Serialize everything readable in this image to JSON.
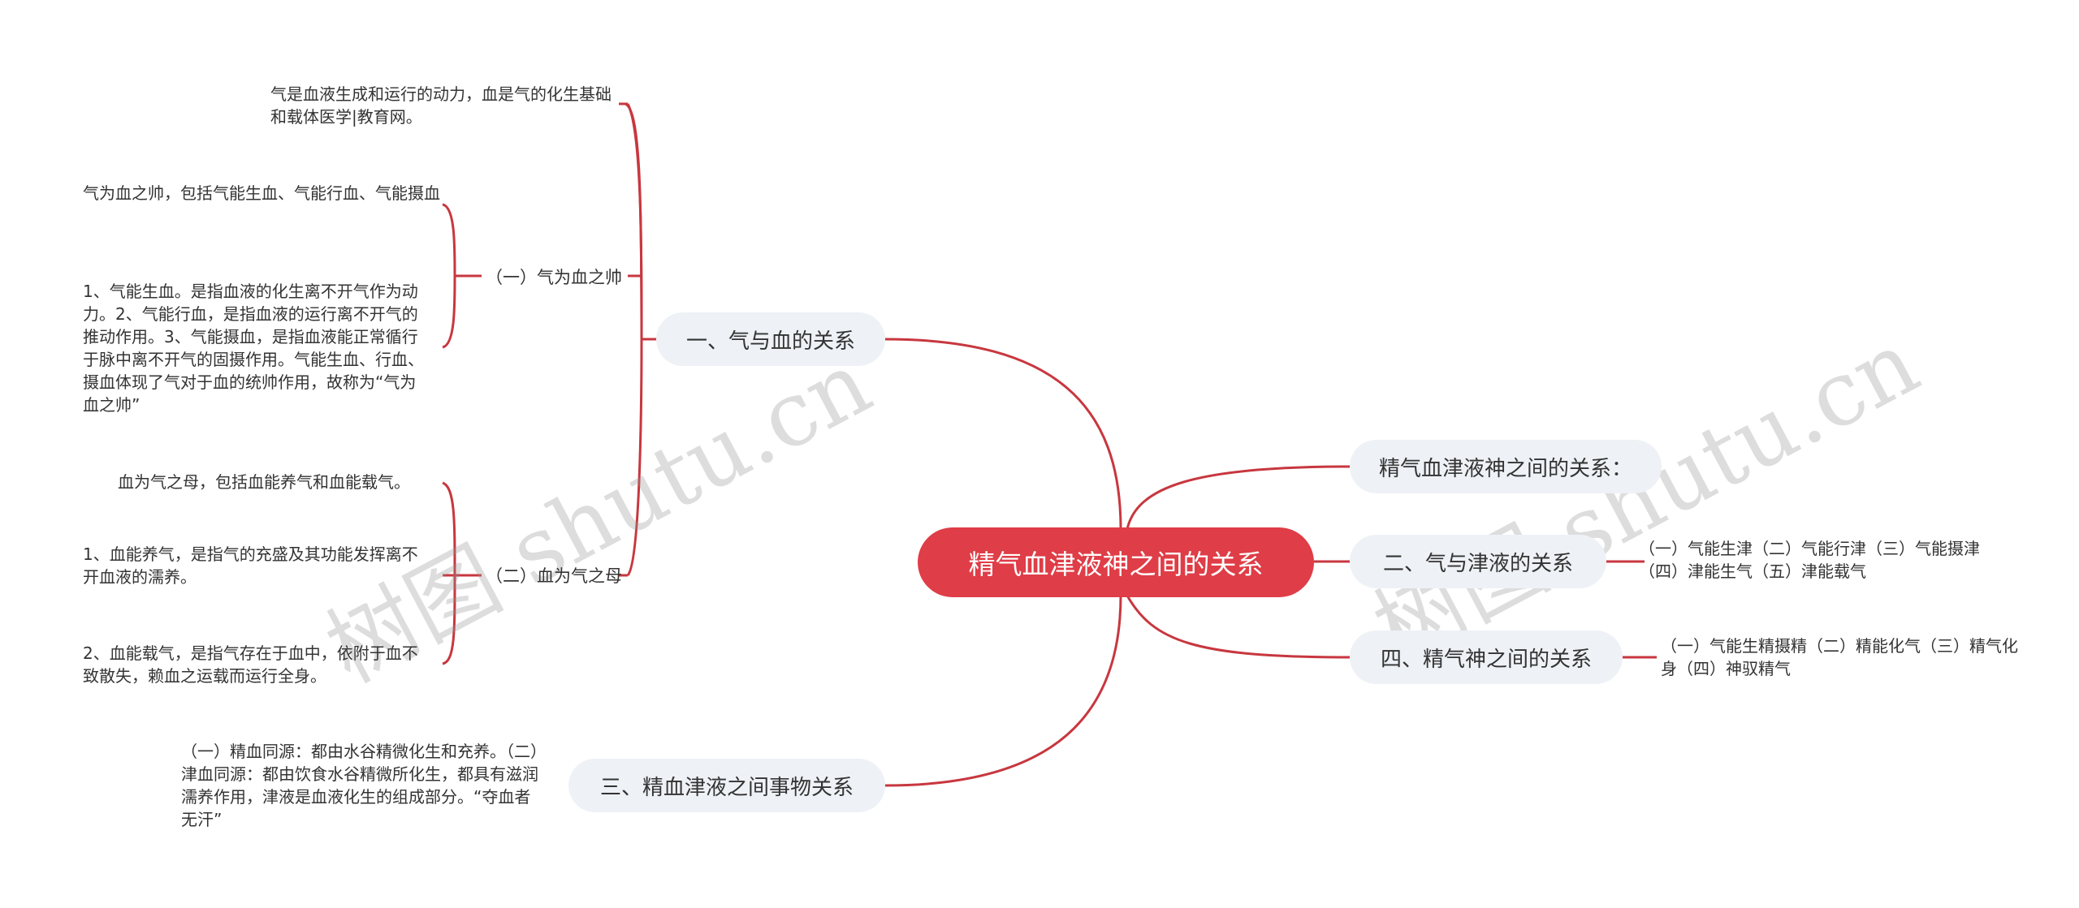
{
  "watermark": "树图 shutu.cn",
  "root": {
    "label": "精气血津液神之间的关系"
  },
  "branch1": {
    "label": "一、气与血的关系",
    "note": "气是血液生成和运行的动力，血是气的化生基础和载体医学|教育网。",
    "sub1": {
      "label": "（一）气为血之帅",
      "detail1": "气为血之帅，包括气能生血、气能行血、气能摄血",
      "detail2": "1、气能生血。是指血液的化生离不开气作为动力。2、气能行血，是指血液的运行离不开气的推动作用。3、气能摄血，是指血液能正常循行于脉中离不开气的固摄作用。气能生血、行血、摄血体现了气对于血的统帅作用，故称为“气为血之帅”"
    },
    "sub2": {
      "label": "（二）血为气之母",
      "detail1": "血为气之母，包括血能养气和血能载气。",
      "detail2": "1、血能养气，是指气的充盛及其功能发挥离不开血液的濡养。",
      "detail3": "2、血能载气，是指气存在于血中，依附于血不致散失，赖血之运载而运行全身。"
    }
  },
  "branch3": {
    "label": "三、精血津液之间事物关系",
    "detail": "（一）精血同源：都由水谷精微化生和充养。（二）津血同源：都由饮食水谷精微所化生，都具有滋润濡养作用，津液是血液化生的组成部分。“夺血者无汗”"
  },
  "branch_intro": {
    "label": "精气血津液神之间的关系："
  },
  "branch2": {
    "label": "二、气与津液的关系",
    "detail": "（一）气能生津（二）气能行津（三）气能摄津（四）津能生气（五）津能载气"
  },
  "branch4": {
    "label": "四、精气神之间的关系",
    "detail": "（一）气能生精摄精（二）精能化气（三）精气化身（四）神驭精气"
  },
  "colors": {
    "accent": "#df3d47",
    "line": "#c8373f",
    "pill": "#eef1f5",
    "text": "#333333"
  }
}
